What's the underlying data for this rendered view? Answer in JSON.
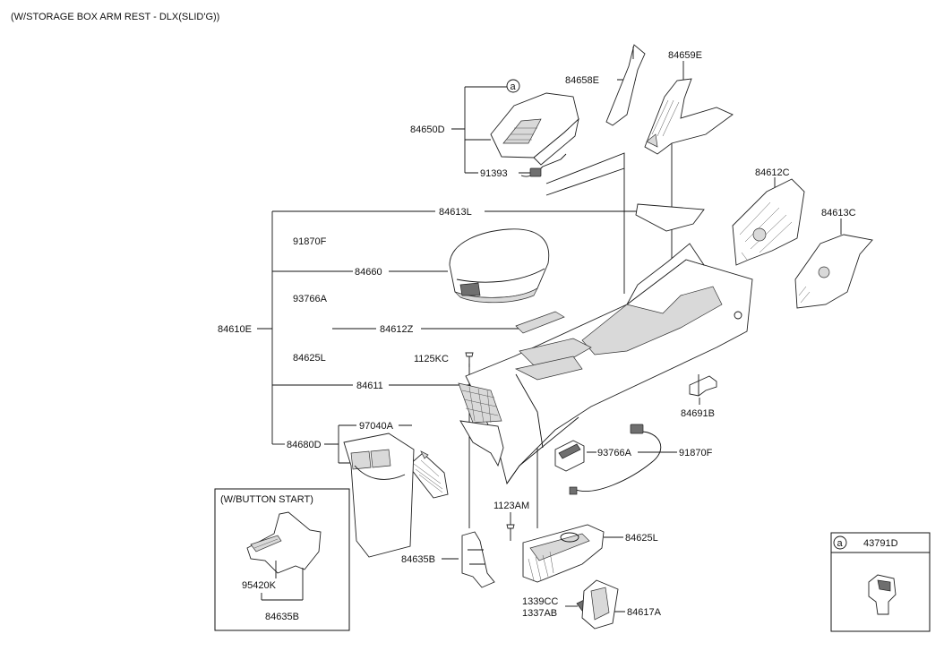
{
  "diagram": {
    "header": "(W/STORAGE BOX ARM REST - DLX(SLID'G))",
    "inset_button_start": {
      "title": "(W/BUTTON START)",
      "labels": [
        "95420K",
        "84635B"
      ]
    },
    "inset_ref": {
      "circle_letter": "a",
      "part_no": "43791D"
    },
    "callout_letter": "a",
    "labels": {
      "p84659E": "84659E",
      "p84658E": "84658E",
      "p84650D": "84650D",
      "p91393": "91393",
      "p84613L": "84613L",
      "p84612C": "84612C",
      "p84613C": "84613C",
      "p91870F_a": "91870F",
      "p84660": "84660",
      "p93766A_a": "93766A",
      "p84610E": "84610E",
      "p84612Z": "84612Z",
      "p84625L_a": "84625L",
      "p1125KC": "1125KC",
      "p84611": "84611",
      "p84691B": "84691B",
      "p97040A": "97040A",
      "p84680D": "84680D",
      "p93766A_b": "93766A",
      "p91870F_b": "91870F",
      "p1123AM": "1123AM",
      "p84625L_b": "84625L",
      "p84635B": "84635B",
      "p1339CC": "1339CC",
      "p1337AB": "1337AB",
      "p84617A": "84617A"
    }
  }
}
